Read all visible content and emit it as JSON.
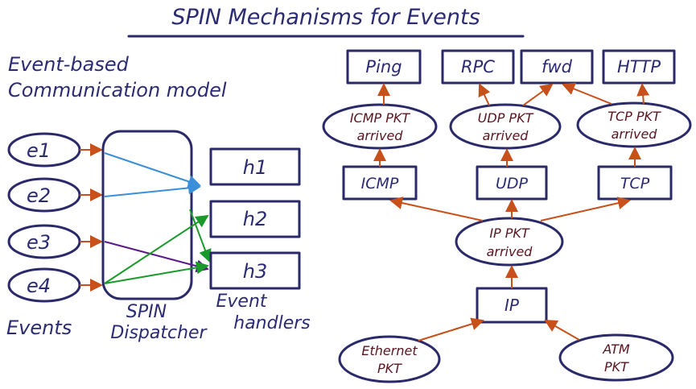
{
  "title": "SPIN Mechanisms for Events",
  "left": {
    "heading_line1": "Event-based",
    "heading_line2": "Communication model",
    "events": [
      "e1",
      "e2",
      "e3",
      "e4"
    ],
    "dispatcher_label_line1": "SPIN",
    "dispatcher_label_line2": "Dispatcher",
    "events_label": "Events",
    "handlers": [
      "h1",
      "h2",
      "h3"
    ],
    "handlers_label_line1": "Event",
    "handlers_label_line2": "handlers"
  },
  "right": {
    "apps": [
      "Ping",
      "RPC",
      "fwd",
      "HTTP"
    ],
    "pkt_events": [
      {
        "line1": "ICMP PKT",
        "line2": "arrived"
      },
      {
        "line1": "UDP PKT",
        "line2": "arrived"
      },
      {
        "line1": "TCP PKT",
        "line2": "arrived"
      }
    ],
    "protocols": [
      "ICMP",
      "UDP",
      "TCP"
    ],
    "ip_event": {
      "line1": "IP PKT",
      "line2": "arrived"
    },
    "ip": "IP",
    "sources": [
      {
        "line1": "Ethernet",
        "line2": "PKT"
      },
      {
        "line1": "ATM",
        "line2": "PKT"
      }
    ]
  },
  "colors": {
    "ink": "#2a2a6a",
    "maroon_text": "#5a1420",
    "arrow_orange": "#c8501a",
    "arrow_blue": "#3a8fd8",
    "arrow_green": "#1a9a2a",
    "arrow_purple": "#5a1a8a"
  }
}
